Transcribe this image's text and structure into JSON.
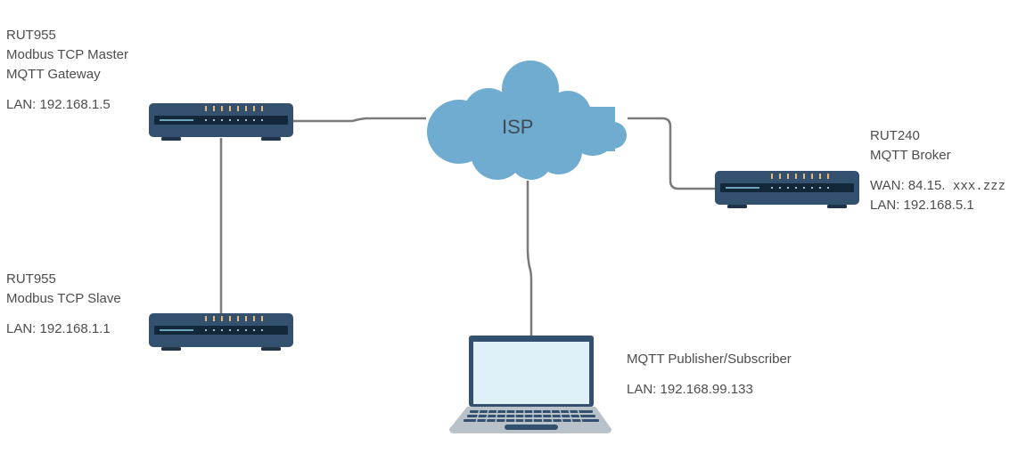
{
  "diagram": {
    "nodes": {
      "master": {
        "model": "RUT955",
        "role1": "Modbus TCP Master",
        "role2": "MQTT Gateway",
        "lan": "LAN: 192.168.1.5"
      },
      "slave": {
        "model": "RUT955",
        "role1": "Modbus TCP Slave",
        "lan": "LAN: 192.168.1.1"
      },
      "broker": {
        "model": "RUT240",
        "role1": "MQTT Broker",
        "wan_prefix": "WAN: 84.15.",
        "wan_masked": " xxx.zzz",
        "lan": "LAN: 192.168.5.1"
      },
      "client": {
        "role1": "MQTT Publisher/Subscriber",
        "lan": "LAN: 192.168.99.133"
      },
      "isp": {
        "label": "ISP"
      }
    },
    "colors": {
      "router_body": "#33506e",
      "router_panel": "#13273a",
      "led": "#e8b97a",
      "cloud": "#6faccf",
      "line": "#7a7a7a",
      "screen": "#dff0f8",
      "laptop_base": "#b9c2c9"
    }
  }
}
